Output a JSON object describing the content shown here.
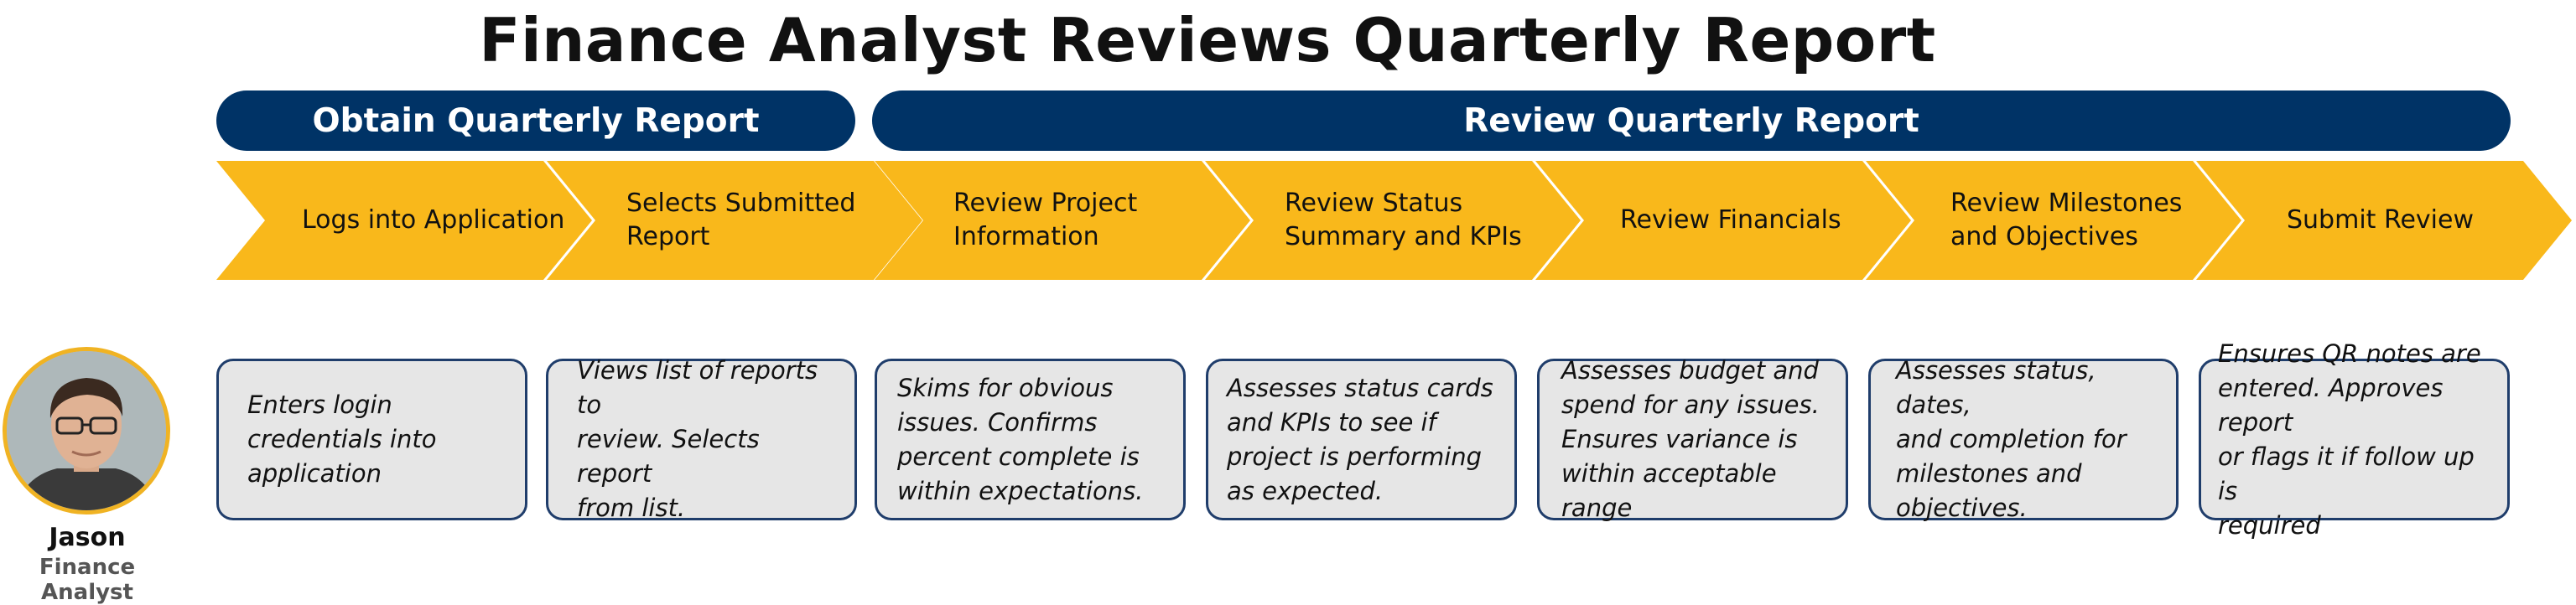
{
  "title": "Finance Analyst Reviews Quarterly Report",
  "colors": {
    "phase": "#003366",
    "step": "#F9B81B",
    "card_bg": "#E6E6E6",
    "card_border": "#1F3D6B",
    "avatar_ring": "#F0B323"
  },
  "phases": [
    {
      "label": "Obtain Quarterly Report"
    },
    {
      "label": "Review Quarterly Report"
    }
  ],
  "steps": [
    {
      "label": "Logs into Application"
    },
    {
      "label": "Selects Submitted\nReport"
    },
    {
      "label": "Review Project\nInformation"
    },
    {
      "label": "Review Status\nSummary and KPIs"
    },
    {
      "label": "Review Financials"
    },
    {
      "label": "Review Milestones\nand Objectives"
    },
    {
      "label": "Submit Review"
    }
  ],
  "cards": [
    {
      "text": "Enters login\ncredentials into\napplication"
    },
    {
      "text": "Views list of reports to\nreview. Selects report\nfrom list."
    },
    {
      "text": "Skims for obvious\nissues. Confirms\npercent complete is\nwithin expectations."
    },
    {
      "text": "Assesses status cards\nand KPIs to see if\nproject is performing\nas expected."
    },
    {
      "text": "Assesses budget and\nspend for any issues.\nEnsures variance is\nwithin acceptable range"
    },
    {
      "text": "Assesses status, dates,\nand completion for\nmilestones and\nobjectives."
    },
    {
      "text": "Ensures QR notes are\nentered. Approves report\nor flags it if follow up is\nrequired"
    }
  ],
  "persona": {
    "name": "Jason",
    "role": "Finance Analyst"
  }
}
